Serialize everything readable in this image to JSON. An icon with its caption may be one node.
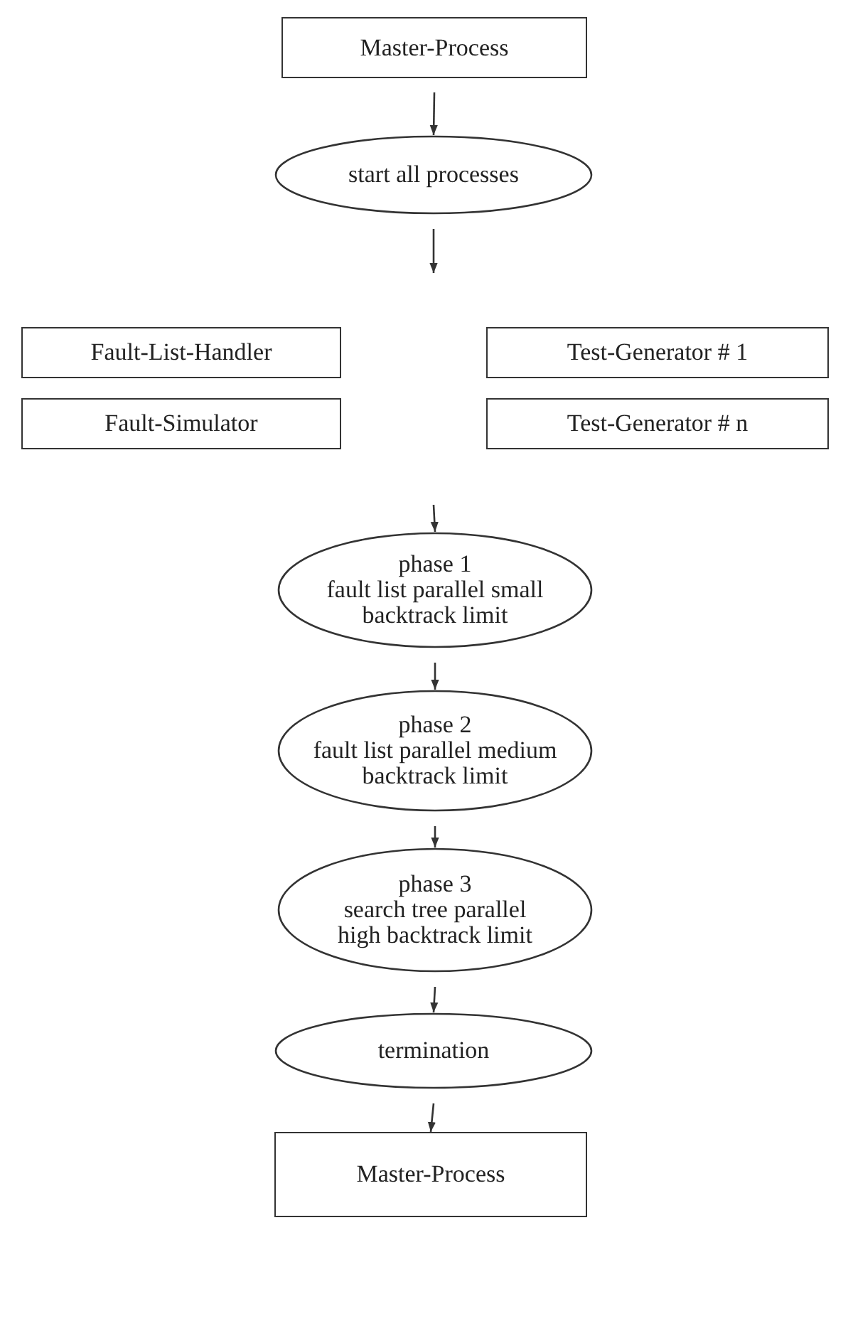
{
  "diagram": {
    "nodes": [
      {
        "text": [
          "Master-Process"
        ]
      },
      {
        "text": [
          "start all processes"
        ]
      },
      {
        "text": [
          "Fault-List-Handler"
        ]
      },
      {
        "text": [
          "Test-Generator # 1"
        ]
      },
      {
        "text": [
          "Fault-Simulator"
        ]
      },
      {
        "text": [
          "Test-Generator # n"
        ]
      },
      {
        "text": [
          "phase 1",
          "fault list parallel small backtrack limit"
        ]
      },
      {
        "text": [
          "phase 2",
          "fault list parallel medium backtrack limit"
        ]
      },
      {
        "text": [
          "phase 3",
          "search tree parallel high backtrack limit"
        ]
      },
      {
        "text": [
          "termination"
        ]
      },
      {
        "text": [
          "Master-Process"
        ]
      }
    ],
    "edges": [
      {
        "from": 0,
        "to": 1,
        "arrow": "to"
      },
      {
        "from": 1,
        "to": null,
        "arrow": "to"
      },
      {
        "from": null,
        "to": 6,
        "arrow": "to"
      },
      {
        "from": 6,
        "to": 7,
        "arrow": "to"
      },
      {
        "from": 7,
        "to": 8,
        "arrow": "to"
      },
      {
        "from": 8,
        "to": 9,
        "arrow": "to"
      },
      {
        "from": 9,
        "to": 10,
        "arrow": "to"
      }
    ]
  }
}
